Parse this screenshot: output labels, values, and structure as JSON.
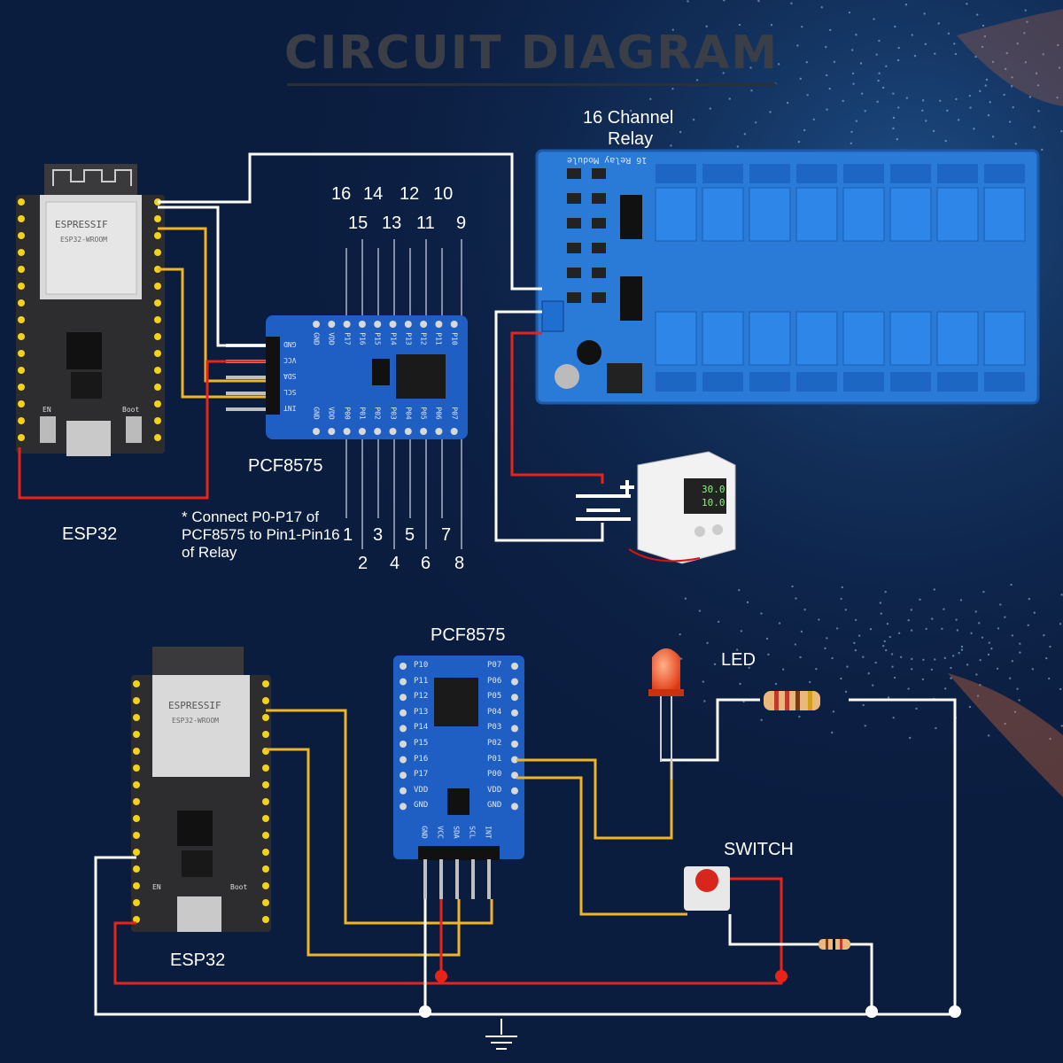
{
  "title": "CIRCUIT DIAGRAM",
  "top": {
    "relay_label_line1": "16 Channel",
    "relay_label_line2": "Relay",
    "relay_module_marking": "16 Relay Module",
    "pcf_label": "PCF8575",
    "esp_label": "ESP32",
    "note": "* Connect P0-P17 of PCF8575 to Pin1-Pin16 of Relay",
    "top_numbers_row1": [
      "16",
      "14",
      "12",
      "10"
    ],
    "top_numbers_row2": [
      "15",
      "13",
      "11",
      "9"
    ],
    "bottom_numbers_row1": [
      "1",
      "3",
      "5",
      "7"
    ],
    "bottom_numbers_row2": [
      "2",
      "4",
      "6",
      "8"
    ],
    "pcf_pins_top": [
      "GND",
      "VDD",
      "P17",
      "P16",
      "P15",
      "P14",
      "P13",
      "P12",
      "P11",
      "P10"
    ],
    "pcf_pins_bottom": [
      "GND",
      "VDD",
      "P00",
      "P01",
      "P02",
      "P03",
      "P04",
      "P05",
      "P06",
      "P07"
    ],
    "pcf_pins_left": [
      "GND",
      "VCC",
      "SDA",
      "SCL",
      "INT"
    ],
    "psu_display_v": "30.0",
    "psu_display_a": "10.0"
  },
  "bottom": {
    "pcf_label": "PCF8575",
    "esp_label": "ESP32",
    "led_label": "LED",
    "switch_label": "SWITCH",
    "pcf_left_pins": [
      "P10",
      "P11",
      "P12",
      "P13",
      "P14",
      "P15",
      "P16",
      "P17",
      "VDD",
      "GND"
    ],
    "pcf_right_pins": [
      "P07",
      "P06",
      "P05",
      "P04",
      "P03",
      "P02",
      "P01",
      "P00",
      "VDD",
      "GND"
    ],
    "pcf_bottom_pins": [
      "GND",
      "VCC",
      "SDA",
      "SCL",
      "INT"
    ]
  },
  "esp_module": {
    "brand": "ESPRESSIF",
    "model": "ESP32-WROOM",
    "en": "EN",
    "boot": "Boot"
  },
  "colors": {
    "background": "#0b1d3f",
    "wire_red": "#e8241a",
    "wire_yellow": "#f0b429",
    "wire_white": "#ffffff",
    "board_blue": "#1f5fc4",
    "relay_blue": "#2a7ad8",
    "esp_pins": "#f2d21b"
  }
}
